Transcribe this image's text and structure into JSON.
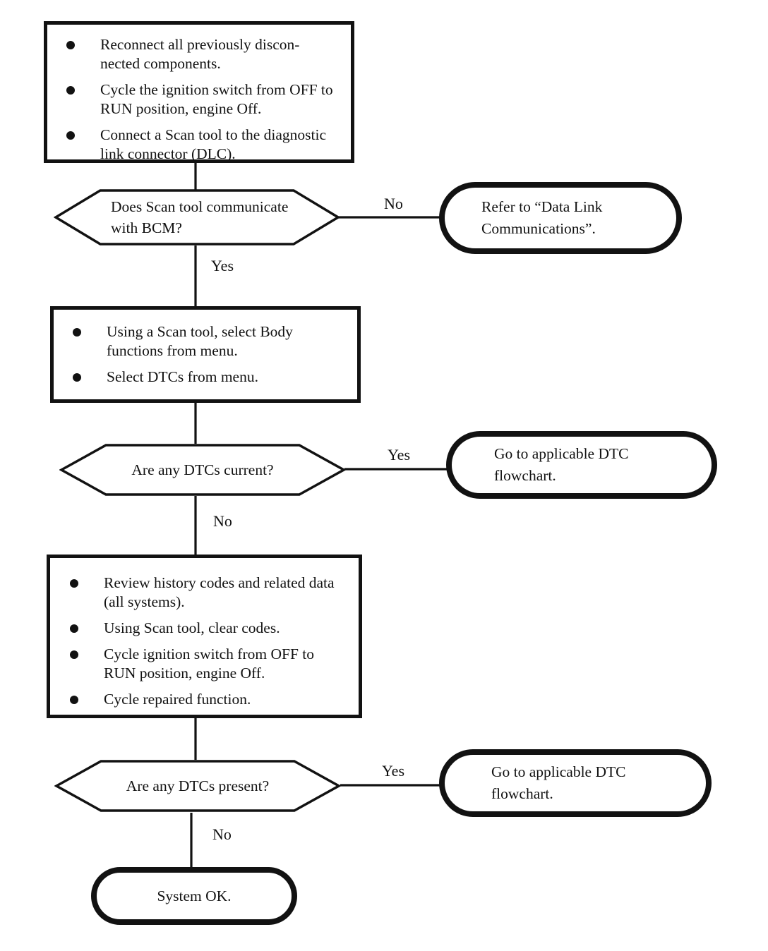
{
  "page": {
    "background_color": "#ffffff",
    "ink_color": "#121212"
  },
  "flowchart": {
    "nodes": {
      "step1": {
        "type": "process",
        "bullets": [
          "Reconnect all previously discon-\nnected components.",
          "Cycle the ignition switch from OFF to\nRUN position, engine Off.",
          "Connect a Scan tool to the diagnostic\nlink connector (DLC)."
        ]
      },
      "decision1": {
        "type": "decision",
        "label": "Does Scan tool communicate\nwith BCM?"
      },
      "terminal1": {
        "type": "terminal",
        "label": "Refer to “Data Link\nCommunications”."
      },
      "step2": {
        "type": "process",
        "bullets": [
          "Using a Scan tool, select Body\nfunctions from menu.",
          "Select DTCs from menu."
        ]
      },
      "decision2": {
        "type": "decision",
        "label": "Are any DTCs current?"
      },
      "terminal2": {
        "type": "terminal",
        "label": "Go to applicable DTC\nflowchart."
      },
      "step3": {
        "type": "process",
        "bullets": [
          "Review history codes and related data\n(all systems).",
          "Using Scan tool, clear codes.",
          "Cycle ignition switch from OFF to\nRUN position, engine Off.",
          "Cycle repaired function."
        ]
      },
      "decision3": {
        "type": "decision",
        "label": "Are any DTCs present?"
      },
      "terminal3": {
        "type": "terminal",
        "label": "Go to applicable DTC\nflowchart."
      },
      "terminal4": {
        "type": "terminal",
        "label": "System OK."
      }
    },
    "edges": {
      "d1_no": "No",
      "d1_yes": "Yes",
      "d2_yes": "Yes",
      "d2_no": "No",
      "d3_yes": "Yes",
      "d3_no": "No"
    }
  }
}
